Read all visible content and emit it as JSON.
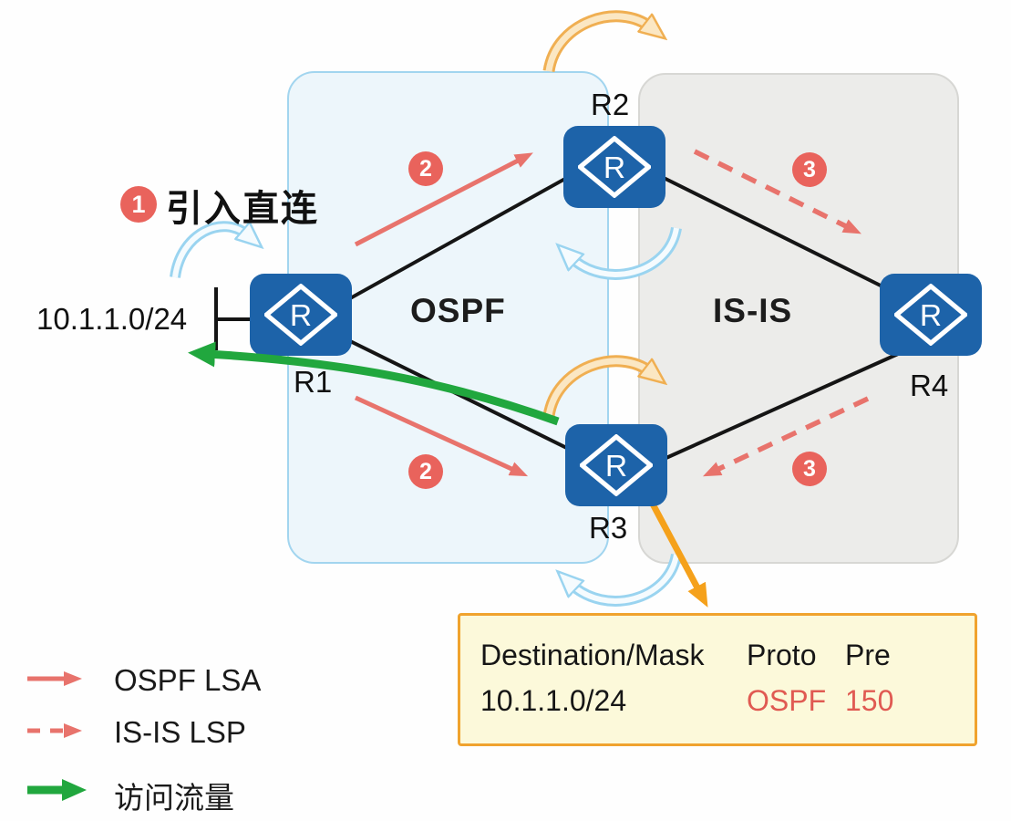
{
  "annotation": {
    "step1_number": "1",
    "step1_title": "引入直连",
    "network_label": "10.1.1.0/24"
  },
  "domains": {
    "ospf": "OSPF",
    "isis": "IS-IS"
  },
  "router_glyph": "R",
  "routers": {
    "r1": "R1",
    "r2": "R2",
    "r3": "R3",
    "r4": "R4"
  },
  "badges": {
    "step2_top": "2",
    "step2_bottom": "2",
    "step3_top": "3",
    "step3_bottom": "3"
  },
  "legend": {
    "ospf_lsa": "OSPF LSA",
    "isis_lsp": "IS-IS LSP",
    "traffic": "访问流量"
  },
  "route_table": {
    "header": {
      "dest": "Destination/Mask",
      "proto": "Proto",
      "pre": "Pre"
    },
    "row": {
      "dest": "10.1.1.0/24",
      "proto": "OSPF",
      "pre": "150"
    }
  },
  "colors": {
    "router_blue": "#1d63a9",
    "ospf_box_fill": "#edf6fb",
    "ospf_box_border": "#a2d5ef",
    "isis_box_fill": "#ececea",
    "isis_box_border": "#d7d7d4",
    "lsa_red": "#e8736c",
    "badge_red": "#e9635c",
    "traffic_green": "#21a73e",
    "pointer_orange": "#f5a11b",
    "redistribute_yellow": "#f0af52",
    "redistribute_blue": "#9ad4f0",
    "table_bg": "#fcf9da",
    "table_border": "#f0a32e",
    "table_red_text": "#e05a52"
  }
}
